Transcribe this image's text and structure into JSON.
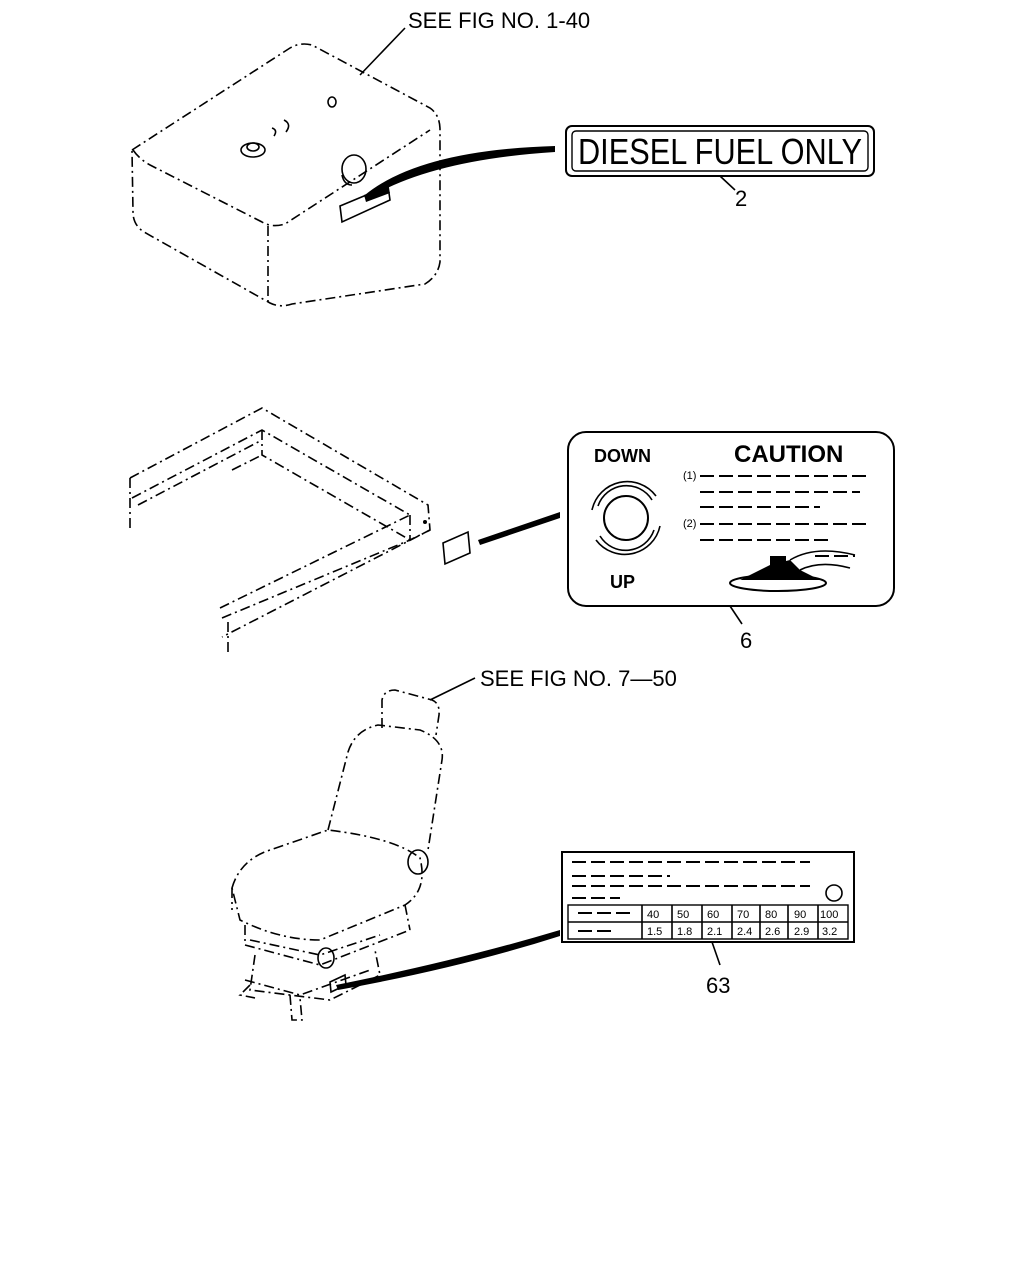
{
  "references": {
    "fuel_tank_ref": "SEE FIG NO. 1-40",
    "seat_ref": "SEE FIG NO. 7—50"
  },
  "labels": {
    "diesel": {
      "text": "DIESEL FUEL ONLY",
      "callout": "2"
    },
    "caution": {
      "title": "CAUTION",
      "down": "DOWN",
      "up": "UP",
      "callout": "6"
    },
    "seat_plate": {
      "callout": "63",
      "row1": [
        "40",
        "50",
        "60",
        "70",
        "80",
        "90",
        "100"
      ],
      "row2": [
        "1.5",
        "1.8",
        "2.1",
        "2.4",
        "2.6",
        "2.9",
        "3.2"
      ]
    }
  }
}
